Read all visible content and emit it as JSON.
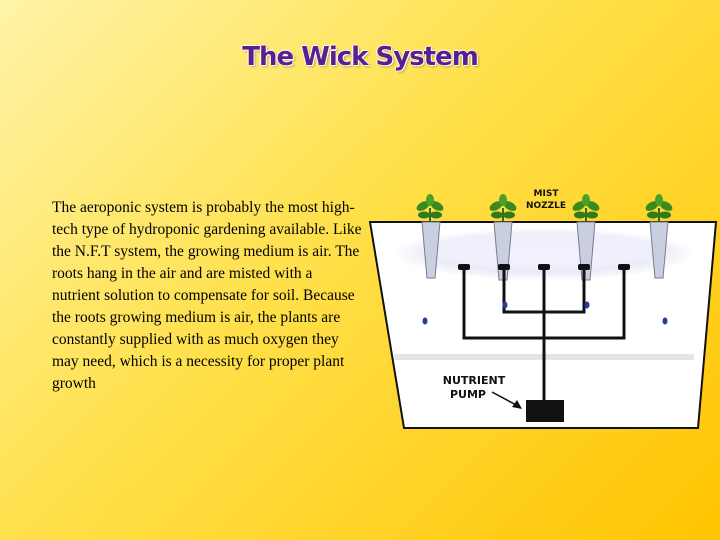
{
  "slide": {
    "title": "The Wick System",
    "body": "The aeroponic system is probably the most high-tech type of hydroponic gardening available.  Like the N.F.T system, the growing medium is air.  The roots hang in the air and are misted with a nutrient solution to compensate for soil.  Because the roots growing medium is air, the plants are constantly supplied with as much oxygen they may need, which is a necessity for proper plant growth"
  },
  "diagram": {
    "mist_label_line1": "MIST",
    "mist_label_line2": "NOZZLE",
    "pump_label_line1": "NUTRIENT",
    "pump_label_line2": "PUMP"
  }
}
